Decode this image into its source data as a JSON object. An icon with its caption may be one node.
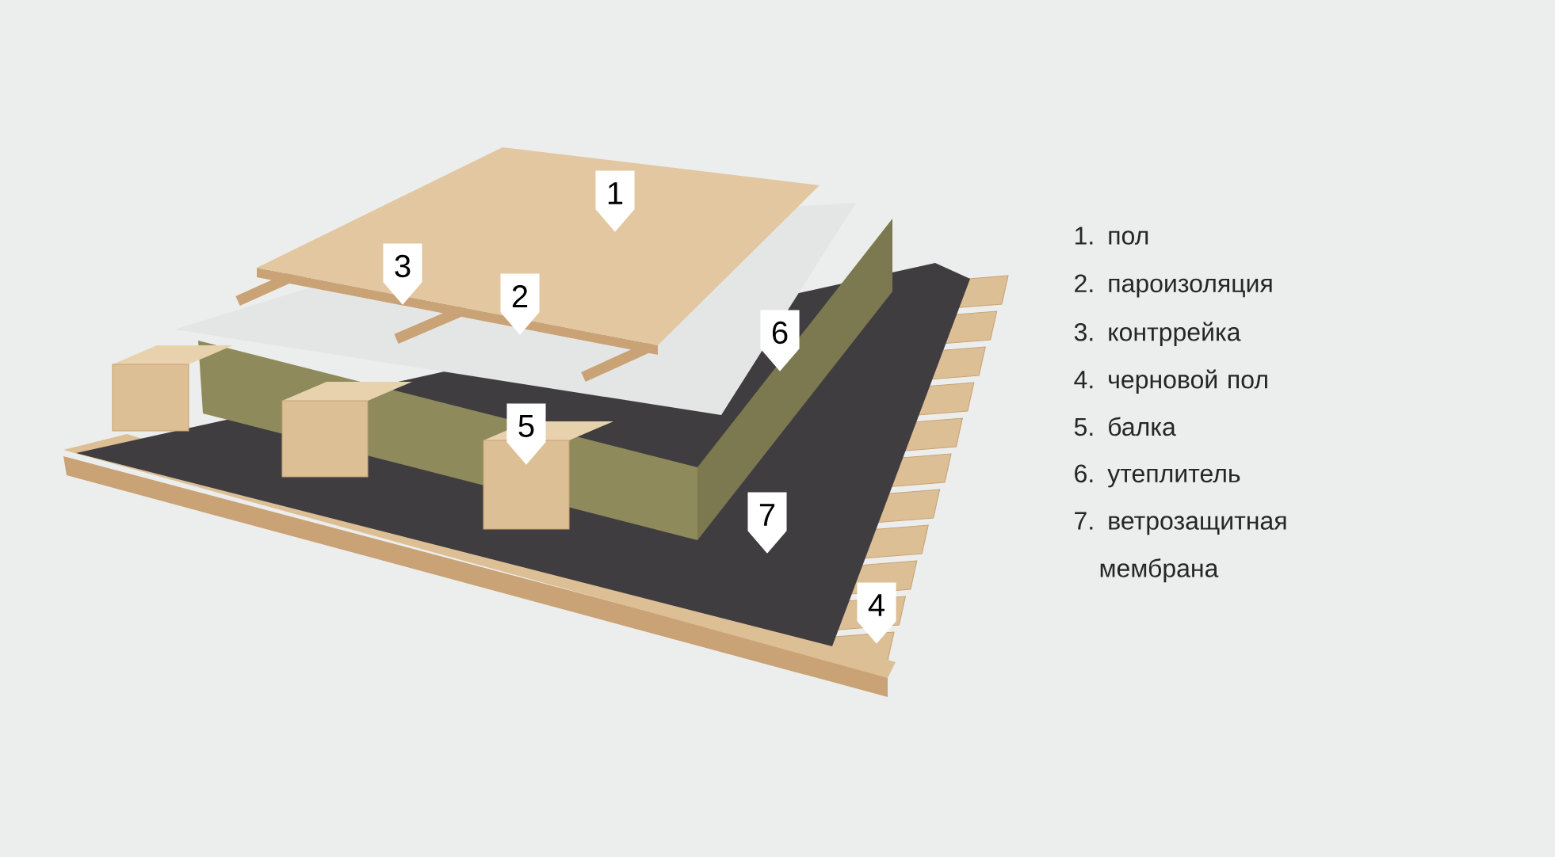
{
  "diagram": {
    "labels": [
      "1",
      "3",
      "2",
      "6",
      "5",
      "7",
      "4",
      "1. пол",
      "2. пароизоляция",
      "3. контррейка",
      "4. черновой пол",
      "5. балка",
      "6. утеплитель",
      "7. ветрозащитная мембрана"
    ]
  }
}
